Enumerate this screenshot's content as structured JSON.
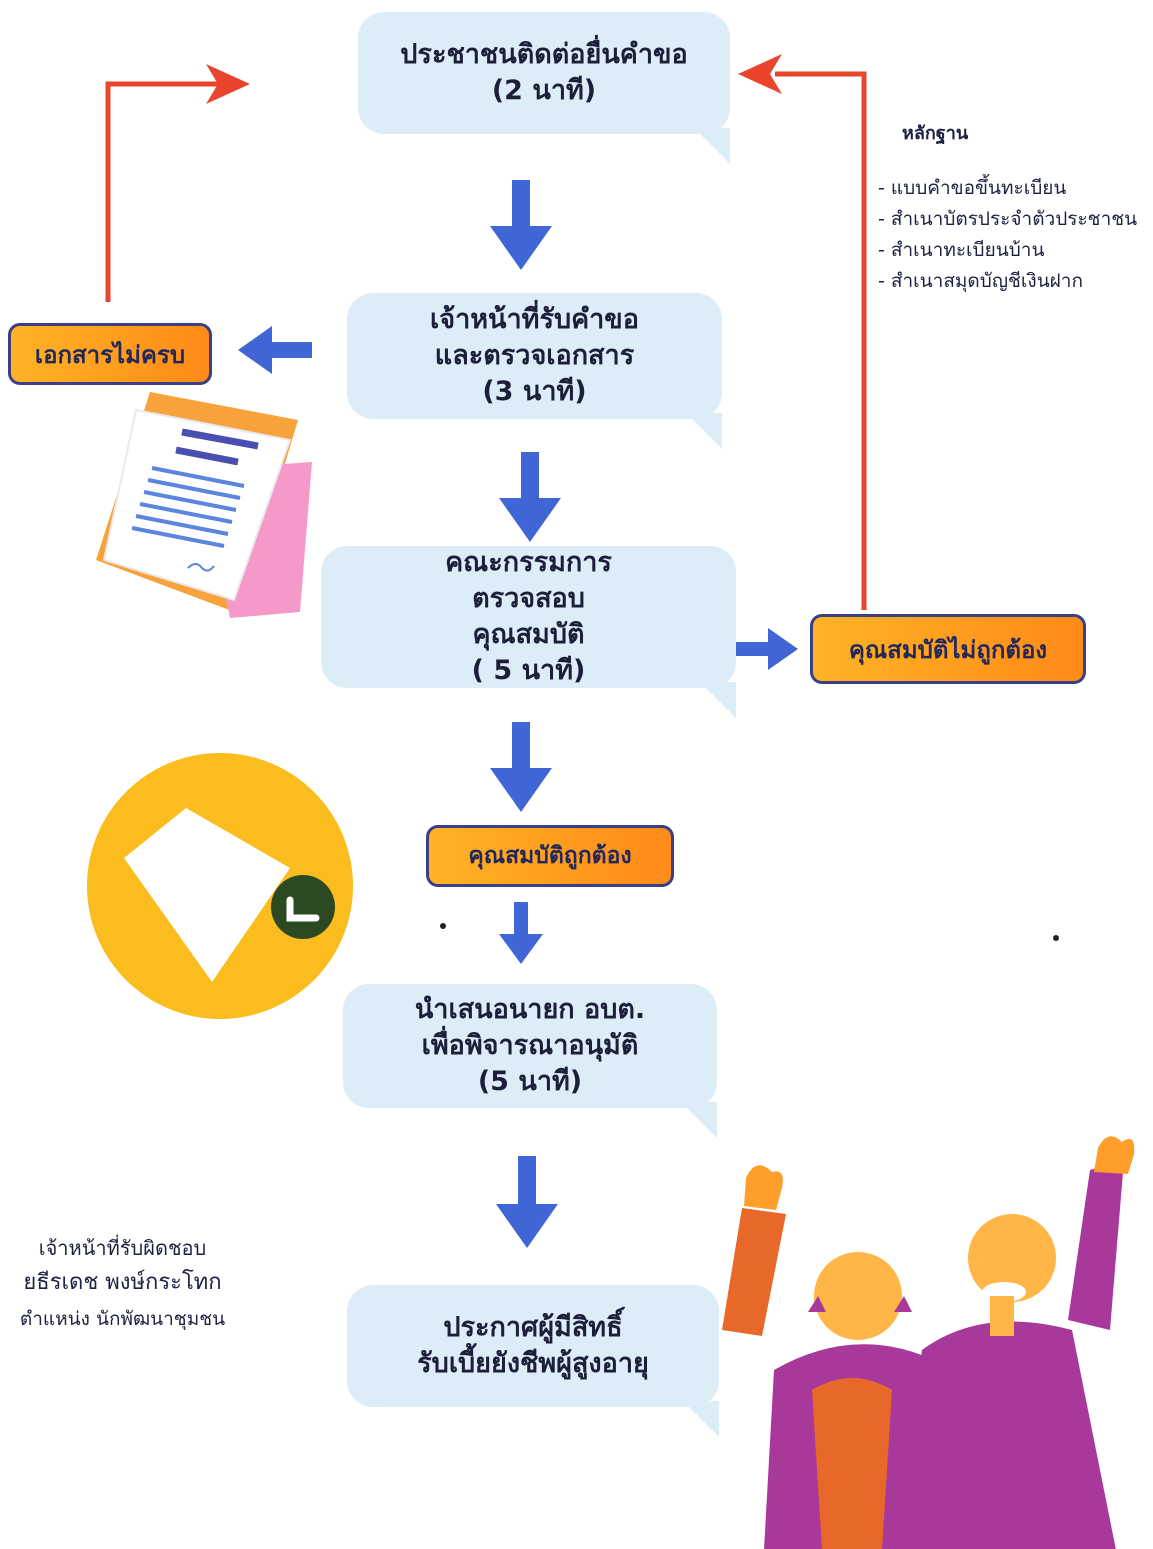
{
  "steps": {
    "submit": {
      "line1": "ประชาชนติดต่อยื่นคำขอ",
      "line2": "(2 นาที)"
    },
    "receive": {
      "line1": "เจ้าหน้าที่รับคำขอ",
      "line2": "และตรวจเอกสาร",
      "line3": "(3 นาที)"
    },
    "committee": {
      "line1": "คณะกรรมการ",
      "line2": "ตรวจสอบ",
      "line3": "คุณสมบัติ",
      "line4": "( 5 นาที)"
    },
    "propose": {
      "line1": "นำเสนอนายก อบต.",
      "line2": "เพื่อพิจารณาอนุมัติ",
      "line3": "(5 นาที)"
    },
    "announce": {
      "line1": "ประกาศผู้มีสิทธิ์",
      "line2": "รับเบี้ยยังชีพผู้สูงอายุ"
    }
  },
  "tags": {
    "incomplete_docs": "เอกสารไม่ครบ",
    "invalid_qualification": "คุณสมบัติไม่ถูกต้อง",
    "valid_qualification": "คุณสมบัติถูกต้อง"
  },
  "evidence": {
    "title": "หลักฐาน",
    "items": [
      "- แบบคำขอขึ้นทะเบียน",
      "- สำเนาบัตรประจำตัวประชาชน",
      "- สำเนาทะเบียนบ้าน",
      "- สำเนาสมุดบัญชีเงินฝาก"
    ]
  },
  "responsible": {
    "heading": "เจ้าหน้าที่รับผิดชอบ",
    "name": "ยธีรเดช  พงษ์กระโทก",
    "position": "ตำแหน่ง นักพัฒนาชุมชน"
  },
  "colors": {
    "bubble": "#dcedf8",
    "arrow_blue": "#3f66d4",
    "arrow_red": "#e8452c",
    "tag_orange": "#ff9e1f",
    "tag_border": "#3a3f86"
  }
}
